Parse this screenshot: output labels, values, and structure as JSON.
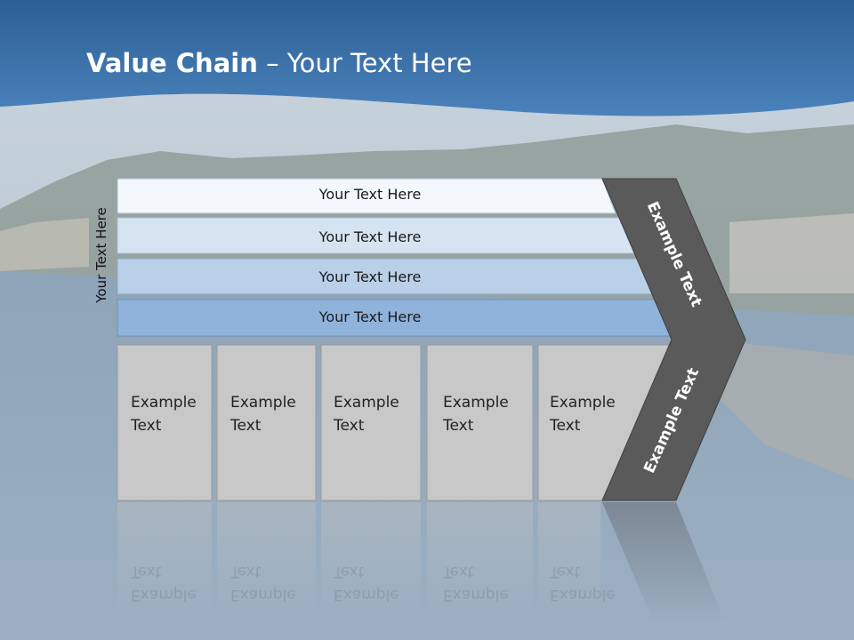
{
  "title": {
    "bold": "Value Chain",
    "rest": " – Your Text Here"
  },
  "side_label": "Your Text Here",
  "support_bands": [
    "Your Text Here",
    "Your Text Here",
    "Your Text Here",
    "Your Text Here"
  ],
  "primary_activities": [
    "Example\nText",
    "Example\nText",
    "Example\nText",
    "Example\nText",
    "Example\nText"
  ],
  "chevron": {
    "top_label": "Example Text",
    "bottom_label": "Example Text"
  },
  "colors": {
    "header_blue": "#3d6fa5",
    "band_1": "#f4f8fc",
    "band_2": "#d6e4f2",
    "band_3": "#b9d0e8",
    "band_4": "#8fb3da",
    "box_gray": "#c8c8c8",
    "chevron_dark": "#5a5a5a"
  }
}
